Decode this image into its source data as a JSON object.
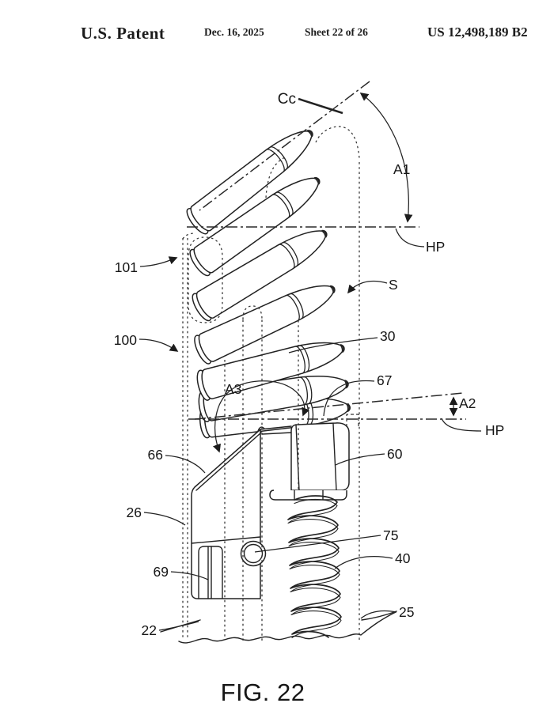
{
  "header": {
    "title": "U.S. Patent",
    "date": "Dec. 16, 2025",
    "sheet": "Sheet 22 of 26",
    "patent_number": "US 12,498,189 B2"
  },
  "figure": {
    "caption": "FIG. 22",
    "labels": {
      "centerline_cc": "Cc",
      "angle_a1": "A1",
      "horizontal_plane_top": "HP",
      "cartridge_s": "S",
      "ref_30": "30",
      "ref_67": "67",
      "angle_a3": "A3",
      "angle_a2": "A2",
      "horizontal_plane_bottom": "HP",
      "ref_66": "66",
      "ref_60": "60",
      "ref_26": "26",
      "ref_75": "75",
      "ref_69": "69",
      "ref_40": "40",
      "ref_22": "22",
      "ref_25": "25",
      "ref_100": "100",
      "ref_101": "101"
    }
  },
  "colors": {
    "ink": "#1c1c1c",
    "background": "#ffffff"
  }
}
